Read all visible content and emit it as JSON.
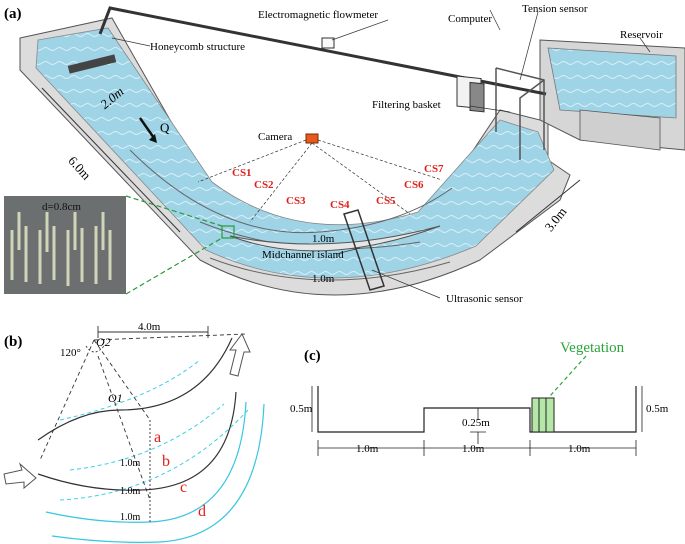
{
  "panel_a": {
    "panel_label": "(a)",
    "labels": {
      "flowmeter": "Electromagnetic flowmeter",
      "computer": "Computer",
      "tension_sensor": "Tension sensor",
      "reservoir": "Reservoir",
      "honeycomb": "Honeycomb structure",
      "filtering_basket": "Filtering basket",
      "camera": "Camera",
      "length_2m": "2.0m",
      "flow_q": "Q",
      "length_6m": "6.0m",
      "width_3m": "3.0m",
      "stem_diameter": "d=0.8cm",
      "midchannel_island": "Midchannel island",
      "ultrasonic_sensor": "Ultrasonic sensor",
      "width_inner": "1.0m",
      "width_outer": "1.0m"
    },
    "cross_sections": [
      "CS1",
      "CS2",
      "CS3",
      "CS4",
      "CS5",
      "CS6",
      "CS7"
    ],
    "colors": {
      "water": "#9fd3e6",
      "wall": "#d9d9d9",
      "cs_label": "#e0201b",
      "leader": "#2a9b3a"
    }
  },
  "panel_b": {
    "panel_label": "(b)",
    "angle": "120°",
    "center_o2": "O2",
    "center_o1": "O1",
    "radius_offset": "4.0m",
    "spacings": [
      "1.0m",
      "1.0m",
      "1.0m"
    ],
    "line_labels": [
      "a",
      "b",
      "c",
      "d"
    ],
    "colors": {
      "cyan_dash": "#3fd0e6",
      "cyan": "#39c6e0",
      "label": "#e0201b"
    }
  },
  "panel_c": {
    "panel_label": "(c)",
    "vegetation": "Vegetation",
    "height_left": "0.5m",
    "height_right": "0.5m",
    "island_height": "0.25m",
    "widths": [
      "1.0m",
      "1.0m",
      "1.0m"
    ],
    "colors": {
      "vegetation_text": "#2aa53a",
      "vegetation_fill": "#b5e8a8"
    }
  }
}
